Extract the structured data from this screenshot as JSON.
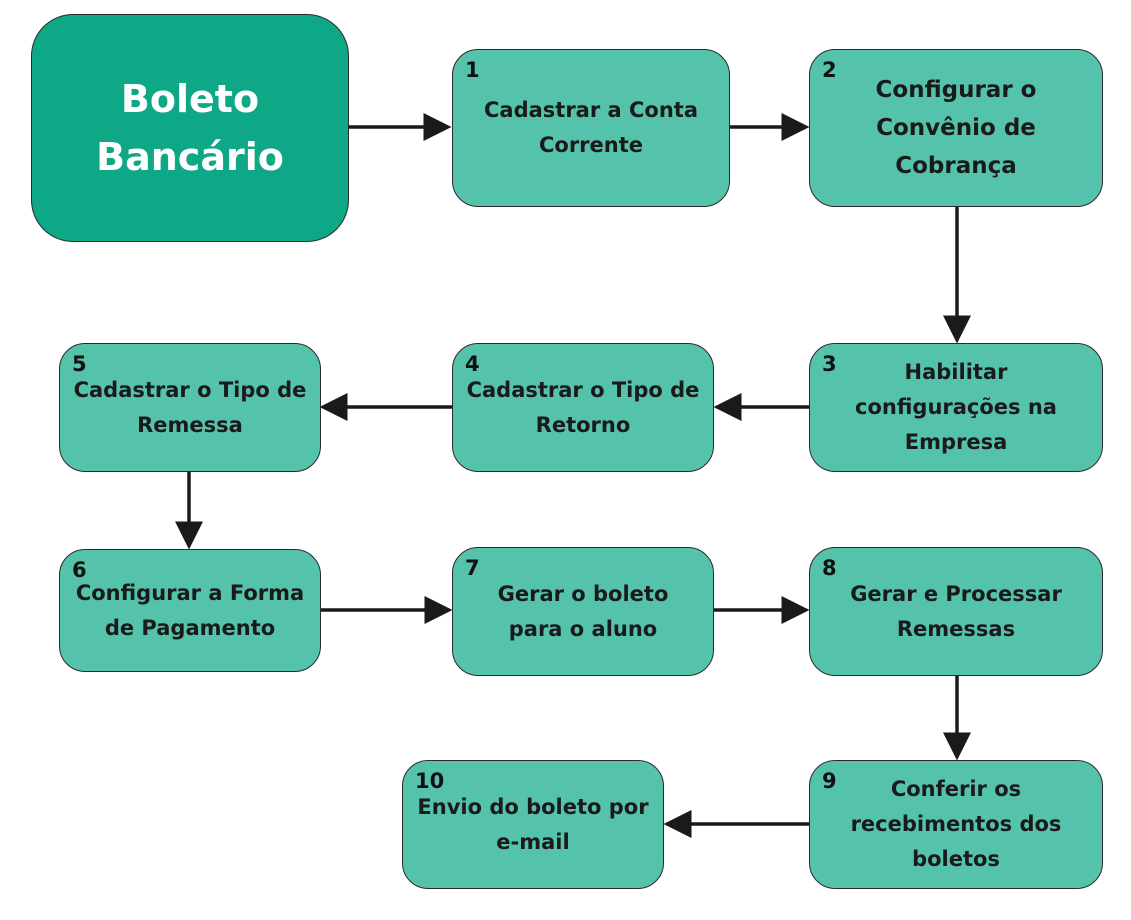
{
  "title": "Boleto\nBancário",
  "steps": [
    {
      "num": "1",
      "label": "Cadastrar a Conta\nCorrente"
    },
    {
      "num": "2",
      "label": "Configurar o\nConvênio de\nCobrança"
    },
    {
      "num": "3",
      "label": "Habilitar\nconfigurações na\nEmpresa"
    },
    {
      "num": "4",
      "label": "Cadastrar o Tipo de\nRetorno"
    },
    {
      "num": "5",
      "label": "Cadastrar o Tipo de\nRemessa"
    },
    {
      "num": "6",
      "label": "Configurar a Forma\nde Pagamento"
    },
    {
      "num": "7",
      "label": "Gerar o boleto\npara o aluno"
    },
    {
      "num": "8",
      "label": "Gerar e Processar\nRemessas"
    },
    {
      "num": "9",
      "label": "Conferir os\nrecebimentos dos\nboletos"
    },
    {
      "num": "10",
      "label": "Envio do boleto por\ne-mail"
    }
  ],
  "colors": {
    "main": "#0fa887",
    "step": "#55c3ac",
    "arrow": "#1a1a1a"
  }
}
